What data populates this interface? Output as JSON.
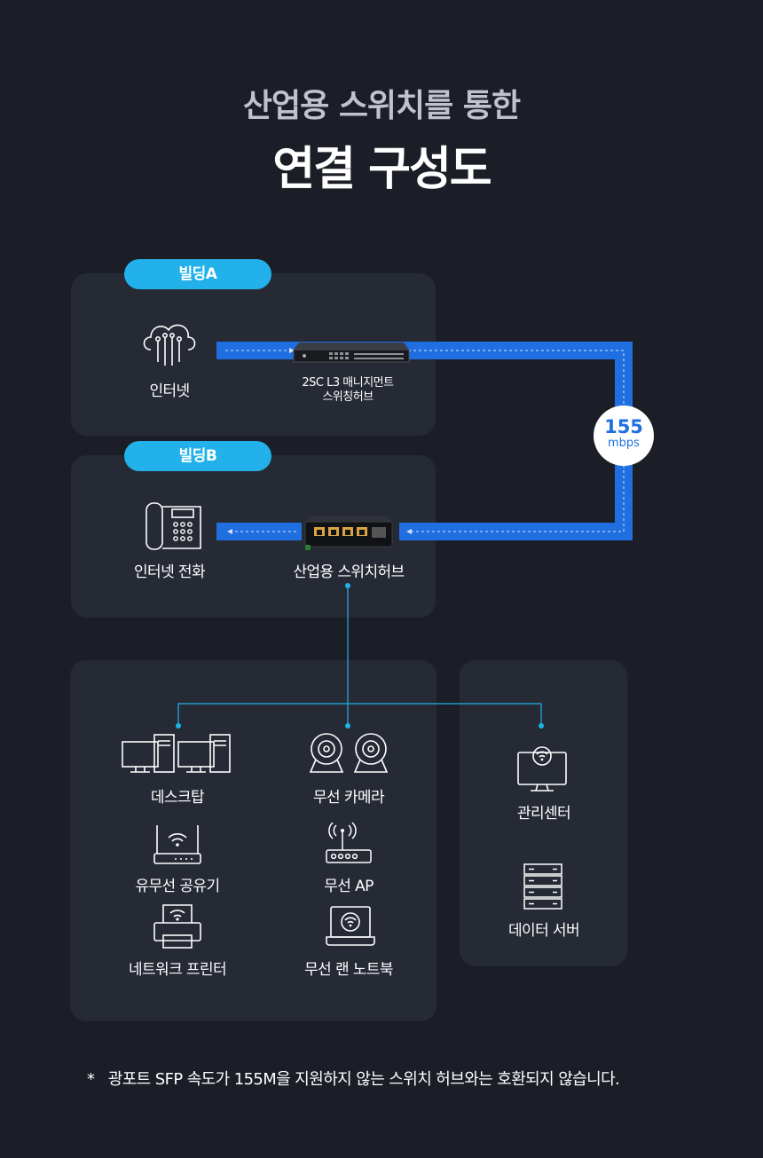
{
  "title": {
    "line1": "산업용 스위치를 통한",
    "line2": "연결 구성도"
  },
  "building_a": {
    "badge": "빌딩A",
    "internet_label": "인터넷",
    "hub_label_line1": "2SC L3 매니지먼트",
    "hub_label_line2": "스위칭허브"
  },
  "building_b": {
    "badge": "빌딩B",
    "phone_label": "인터넷 전화",
    "hub_label": "산업용 스위치허브"
  },
  "link": {
    "speed_value": "155",
    "speed_unit": "mbps"
  },
  "devices": [
    {
      "label": "데스크탑",
      "icon": "desktop-icon"
    },
    {
      "label": "무선 카메라",
      "icon": "camera-icon"
    },
    {
      "label": "유무선 공유기",
      "icon": "router-icon"
    },
    {
      "label": "무선 AP",
      "icon": "access-point-icon"
    },
    {
      "label": "네트워크 프린터",
      "icon": "printer-icon"
    },
    {
      "label": "무선 랜 노트북",
      "icon": "laptop-icon"
    }
  ],
  "servers": [
    {
      "label": "관리센터",
      "icon": "monitor-icon"
    },
    {
      "label": "데이터 서버",
      "icon": "server-icon"
    }
  ],
  "colors": {
    "accent": "#22b1ea",
    "link": "#1f6fe0",
    "panel": "#252a35",
    "background": "#1b1e26"
  },
  "footnote": "*   광포트 SFP 속도가 155M을 지원하지 않는 스위치 허브와는 호환되지 않습니다."
}
